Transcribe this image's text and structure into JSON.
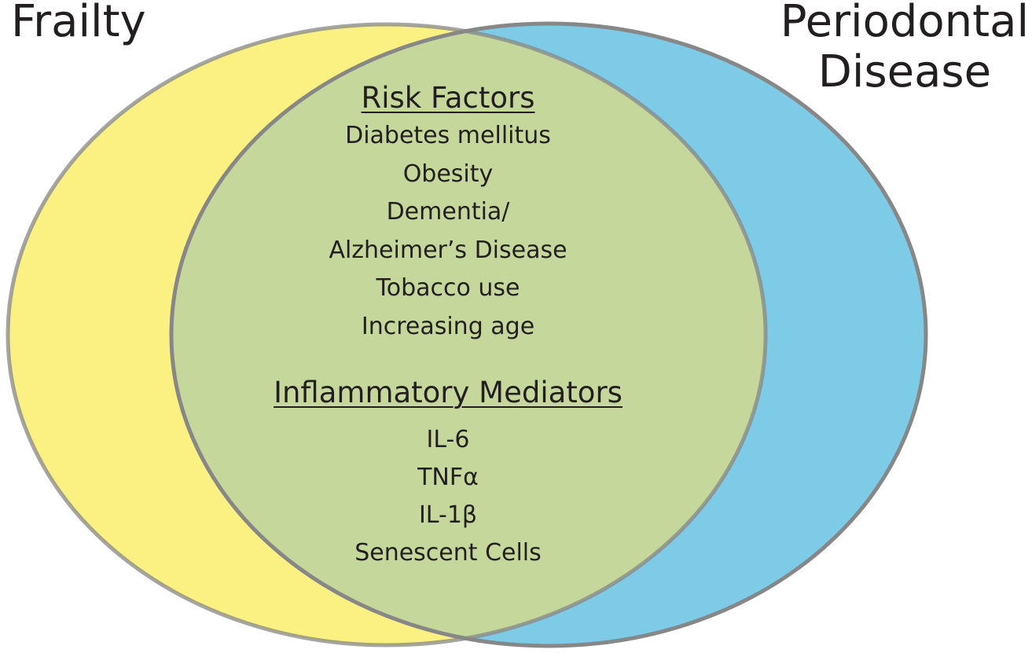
{
  "diagram": {
    "type": "venn",
    "sets": [
      {
        "name": "Frailty",
        "color": "#fbf182"
      },
      {
        "name": "Periodontal Disease",
        "name_lines": [
          "Periodontal",
          "Disease"
        ],
        "color": "#7ecbe7"
      }
    ],
    "overlap": {
      "color": "#c6d79b",
      "stroke_color": "#878787",
      "risk_factors": {
        "heading": "Risk Factors",
        "items": [
          "Diabetes mellitus",
          "Obesity",
          "Dementia/",
          "Alzheimer’s Disease",
          "Tobacco use",
          "Increasing age"
        ]
      },
      "inflammatory_mediators": {
        "heading": "Inflammatory Mediators",
        "items": [
          "IL-6",
          "TNFα",
          "IL-1β",
          "Senescent Cells"
        ]
      }
    }
  }
}
